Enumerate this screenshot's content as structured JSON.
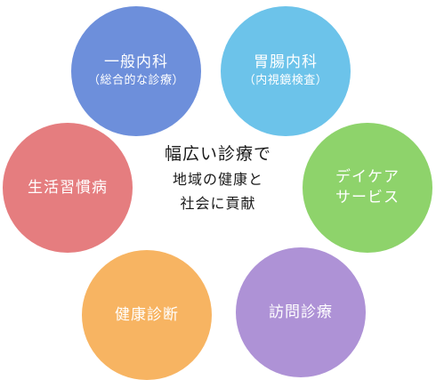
{
  "circles": {
    "internal": {
      "title": "一般内科",
      "subtitle": "（総合的な診療）",
      "color": "#6d8fdb"
    },
    "gastro": {
      "title": "胃腸内科",
      "subtitle": "（内視鏡検査）",
      "color": "#6cc3ea"
    },
    "lifestyle": {
      "title": "生活習慣病",
      "color": "#e57d7f"
    },
    "daycare": {
      "line1": "デイケア",
      "line2": "サービス",
      "color": "#8ed36b"
    },
    "checkup": {
      "title": "健康診断",
      "color": "#f7b462"
    },
    "visit": {
      "title": "訪問診療",
      "color": "#ae92d6"
    }
  },
  "center": {
    "line1": "幅広い診療で",
    "line2": "地域の健康と",
    "line3": "社会に貢献"
  }
}
